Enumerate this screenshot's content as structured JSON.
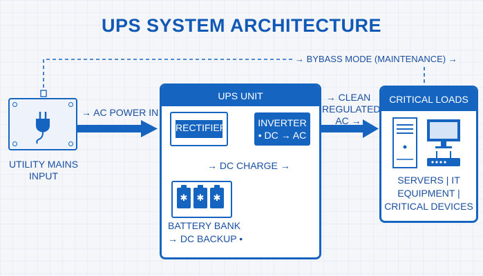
{
  "title": "UPS SYSTEM ARCHITECTURE",
  "colors": {
    "primary": "#1565c0",
    "background": "#f4f6fa",
    "text": "#1a4fa0"
  },
  "bypass": {
    "label": "→ BYBASS MODE (MAINTENANCE) →"
  },
  "utility": {
    "label": "UTILITY MAINS INPUT",
    "icon": "power-plug-icon"
  },
  "ac_power_in": {
    "label": "→ AC POWER IN →"
  },
  "ups_unit": {
    "title": "UPS UNIT",
    "rectifier": {
      "label": "RECTIFIER"
    },
    "inverter": {
      "line1": "INVERTER",
      "line2": "• DC → AC"
    },
    "dc_charge": {
      "label": "→ DC CHARGE →"
    },
    "battery": {
      "line1": "BATTERY BANK",
      "line2": "→ DC BACKUP •",
      "icon": "battery-cells-icon"
    }
  },
  "clean_ac": {
    "label": "→ CLEAN REGULATED AC →"
  },
  "critical_loads": {
    "title": "CRITICAL LOADS",
    "description": "SERVERS | IT EQUIPMENT | CRITICAL DEVICES",
    "icons": [
      "server-tower-icon",
      "monitor-icon",
      "router-icon"
    ]
  }
}
